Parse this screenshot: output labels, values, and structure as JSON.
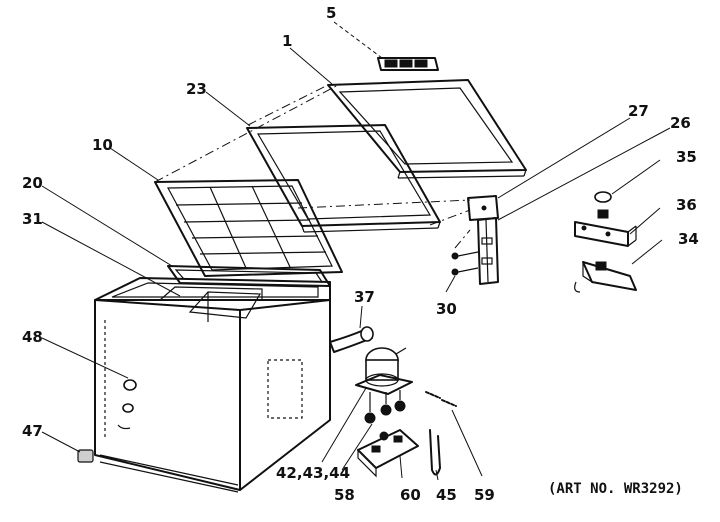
{
  "diagram": {
    "art_number": "(ART NO. WR3292)",
    "callouts": [
      {
        "id": "5",
        "label": "5"
      },
      {
        "id": "1",
        "label": "1"
      },
      {
        "id": "23",
        "label": "23"
      },
      {
        "id": "10",
        "label": "10"
      },
      {
        "id": "20",
        "label": "20"
      },
      {
        "id": "31",
        "label": "31"
      },
      {
        "id": "27",
        "label": "27"
      },
      {
        "id": "26",
        "label": "26"
      },
      {
        "id": "35",
        "label": "35"
      },
      {
        "id": "36",
        "label": "36"
      },
      {
        "id": "34",
        "label": "34"
      },
      {
        "id": "30",
        "label": "30"
      },
      {
        "id": "37",
        "label": "37"
      },
      {
        "id": "48",
        "label": "48"
      },
      {
        "id": "47",
        "label": "47"
      },
      {
        "id": "42",
        "label": "42,43,44"
      },
      {
        "id": "58",
        "label": "58"
      },
      {
        "id": "60",
        "label": "60"
      },
      {
        "id": "45",
        "label": "45"
      },
      {
        "id": "59",
        "label": "59"
      }
    ]
  },
  "colors": {
    "ink": "#111111",
    "paper": "#ffffff"
  }
}
